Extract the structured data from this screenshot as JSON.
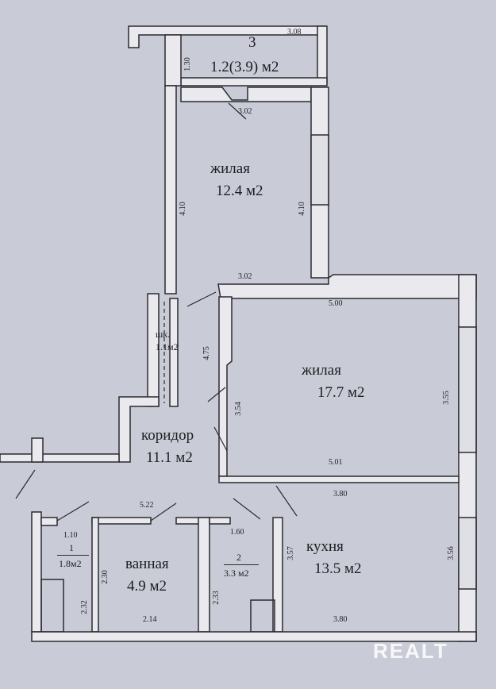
{
  "rooms": {
    "room3": {
      "number": "3",
      "area": "1.2(3.9) м2"
    },
    "living1": {
      "name": "жилая",
      "area": "12.4 м2"
    },
    "living2": {
      "name": "жилая",
      "area": "17.7 м2"
    },
    "closet": {
      "name": "шк.",
      "area": "1.1м2"
    },
    "corridor": {
      "name": "коридор",
      "area": "11.1 м2"
    },
    "kitchen": {
      "name": "кухня",
      "area": "13.5 м2"
    },
    "bath": {
      "name": "ванная",
      "area": "4.9 м2"
    },
    "wc1": {
      "number": "1",
      "area": "1.8м2"
    },
    "wc2": {
      "number": "2",
      "area": "3.3 м2"
    }
  },
  "dimensions": {
    "d308": "3.08",
    "d130": "1.30",
    "d302_top": "3.02",
    "d410_left": "4.10",
    "d410_right": "4.10",
    "d302_mid": "3.02",
    "d500": "5.00",
    "d475": "4.75",
    "d354": "3.54",
    "d355": "3.55",
    "d501": "5.01",
    "d380_top": "3.80",
    "d522": "5.22",
    "d110": "1.10",
    "d160": "1.60",
    "d357": "3.57",
    "d356": "3.56",
    "d230": "2.30",
    "d232": "2.32",
    "d233": "2.33",
    "d214": "2.14",
    "d380_bottom": "3.80"
  },
  "watermark": "REALT",
  "colors": {
    "paper": "#c9ccd6",
    "wall_fill": "#e9e9ee",
    "line": "#2a2a30"
  }
}
